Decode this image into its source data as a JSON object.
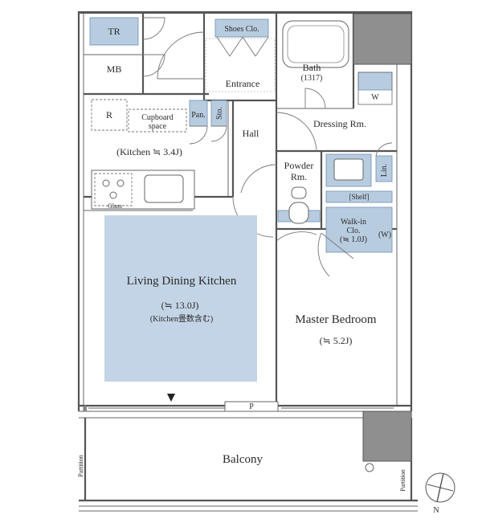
{
  "rooms": {
    "tr": "TR",
    "mb": "MB",
    "shoes": "Shoes Clo.",
    "bath": "Bath",
    "bath_size": "(1317)",
    "entrance": "Entrance",
    "w": "W",
    "r": "R",
    "cupboard_1": "Cupboard",
    "cupboard_2": "space",
    "pan": "Pan.",
    "sto": "Sto.",
    "hall": "Hall",
    "dressing": "Dressing Rm.",
    "kitchen": "(Kitchen ≒ 3.4J)",
    "powder_1": "Powder",
    "powder_2": "Rm.",
    "lin": "Lin.",
    "shelf": "[Shelf]",
    "glass": "Glass",
    "walkin_1": "Walk-in",
    "walkin_2": "Clo.",
    "walkin_3": "(≒ 1.0J)",
    "walkin_w": "(W)",
    "ldk": "Living Dining Kitchen",
    "ldk_area": "(≒ 13.0J)",
    "ldk_note": "(Kitchen畳数含む)",
    "master": "Master Bedroom",
    "master_area": "(≒ 5.2J)",
    "p": "P",
    "balcony": "Balcony",
    "partition_left": "Partition",
    "partition_right": "Partition"
  },
  "compass": {
    "north": "N"
  },
  "colors": {
    "fill_blue": "#b8cce0",
    "ldk_blue": "#c3d4e6",
    "pillar_gray": "#8f8f8f"
  }
}
